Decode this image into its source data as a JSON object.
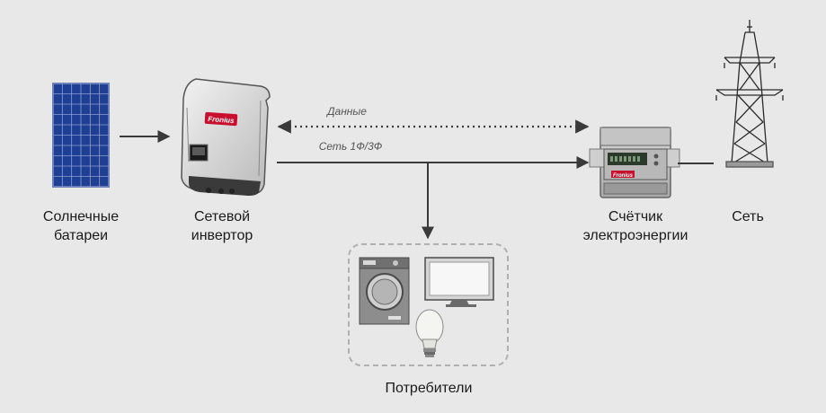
{
  "nodes": {
    "solar": {
      "label": "Солнечные\nбатареи"
    },
    "inverter": {
      "label": "Сетевой\nинвертор",
      "brand": "Fronius"
    },
    "meter": {
      "label": "Счётчик\nэлектроэнергии",
      "brand": "Fronius"
    },
    "grid": {
      "label": "Сеть"
    },
    "consumers": {
      "label": "Потребители"
    }
  },
  "edges": {
    "data_link": {
      "label": "Данные"
    },
    "power_line": {
      "label": "Сеть 1Ф/3Ф"
    }
  },
  "colors": {
    "background": "#e8e8e8",
    "brand_red": "#c8102e",
    "panel_blue": "#2d4fa8",
    "line": "#3a3a3a"
  }
}
